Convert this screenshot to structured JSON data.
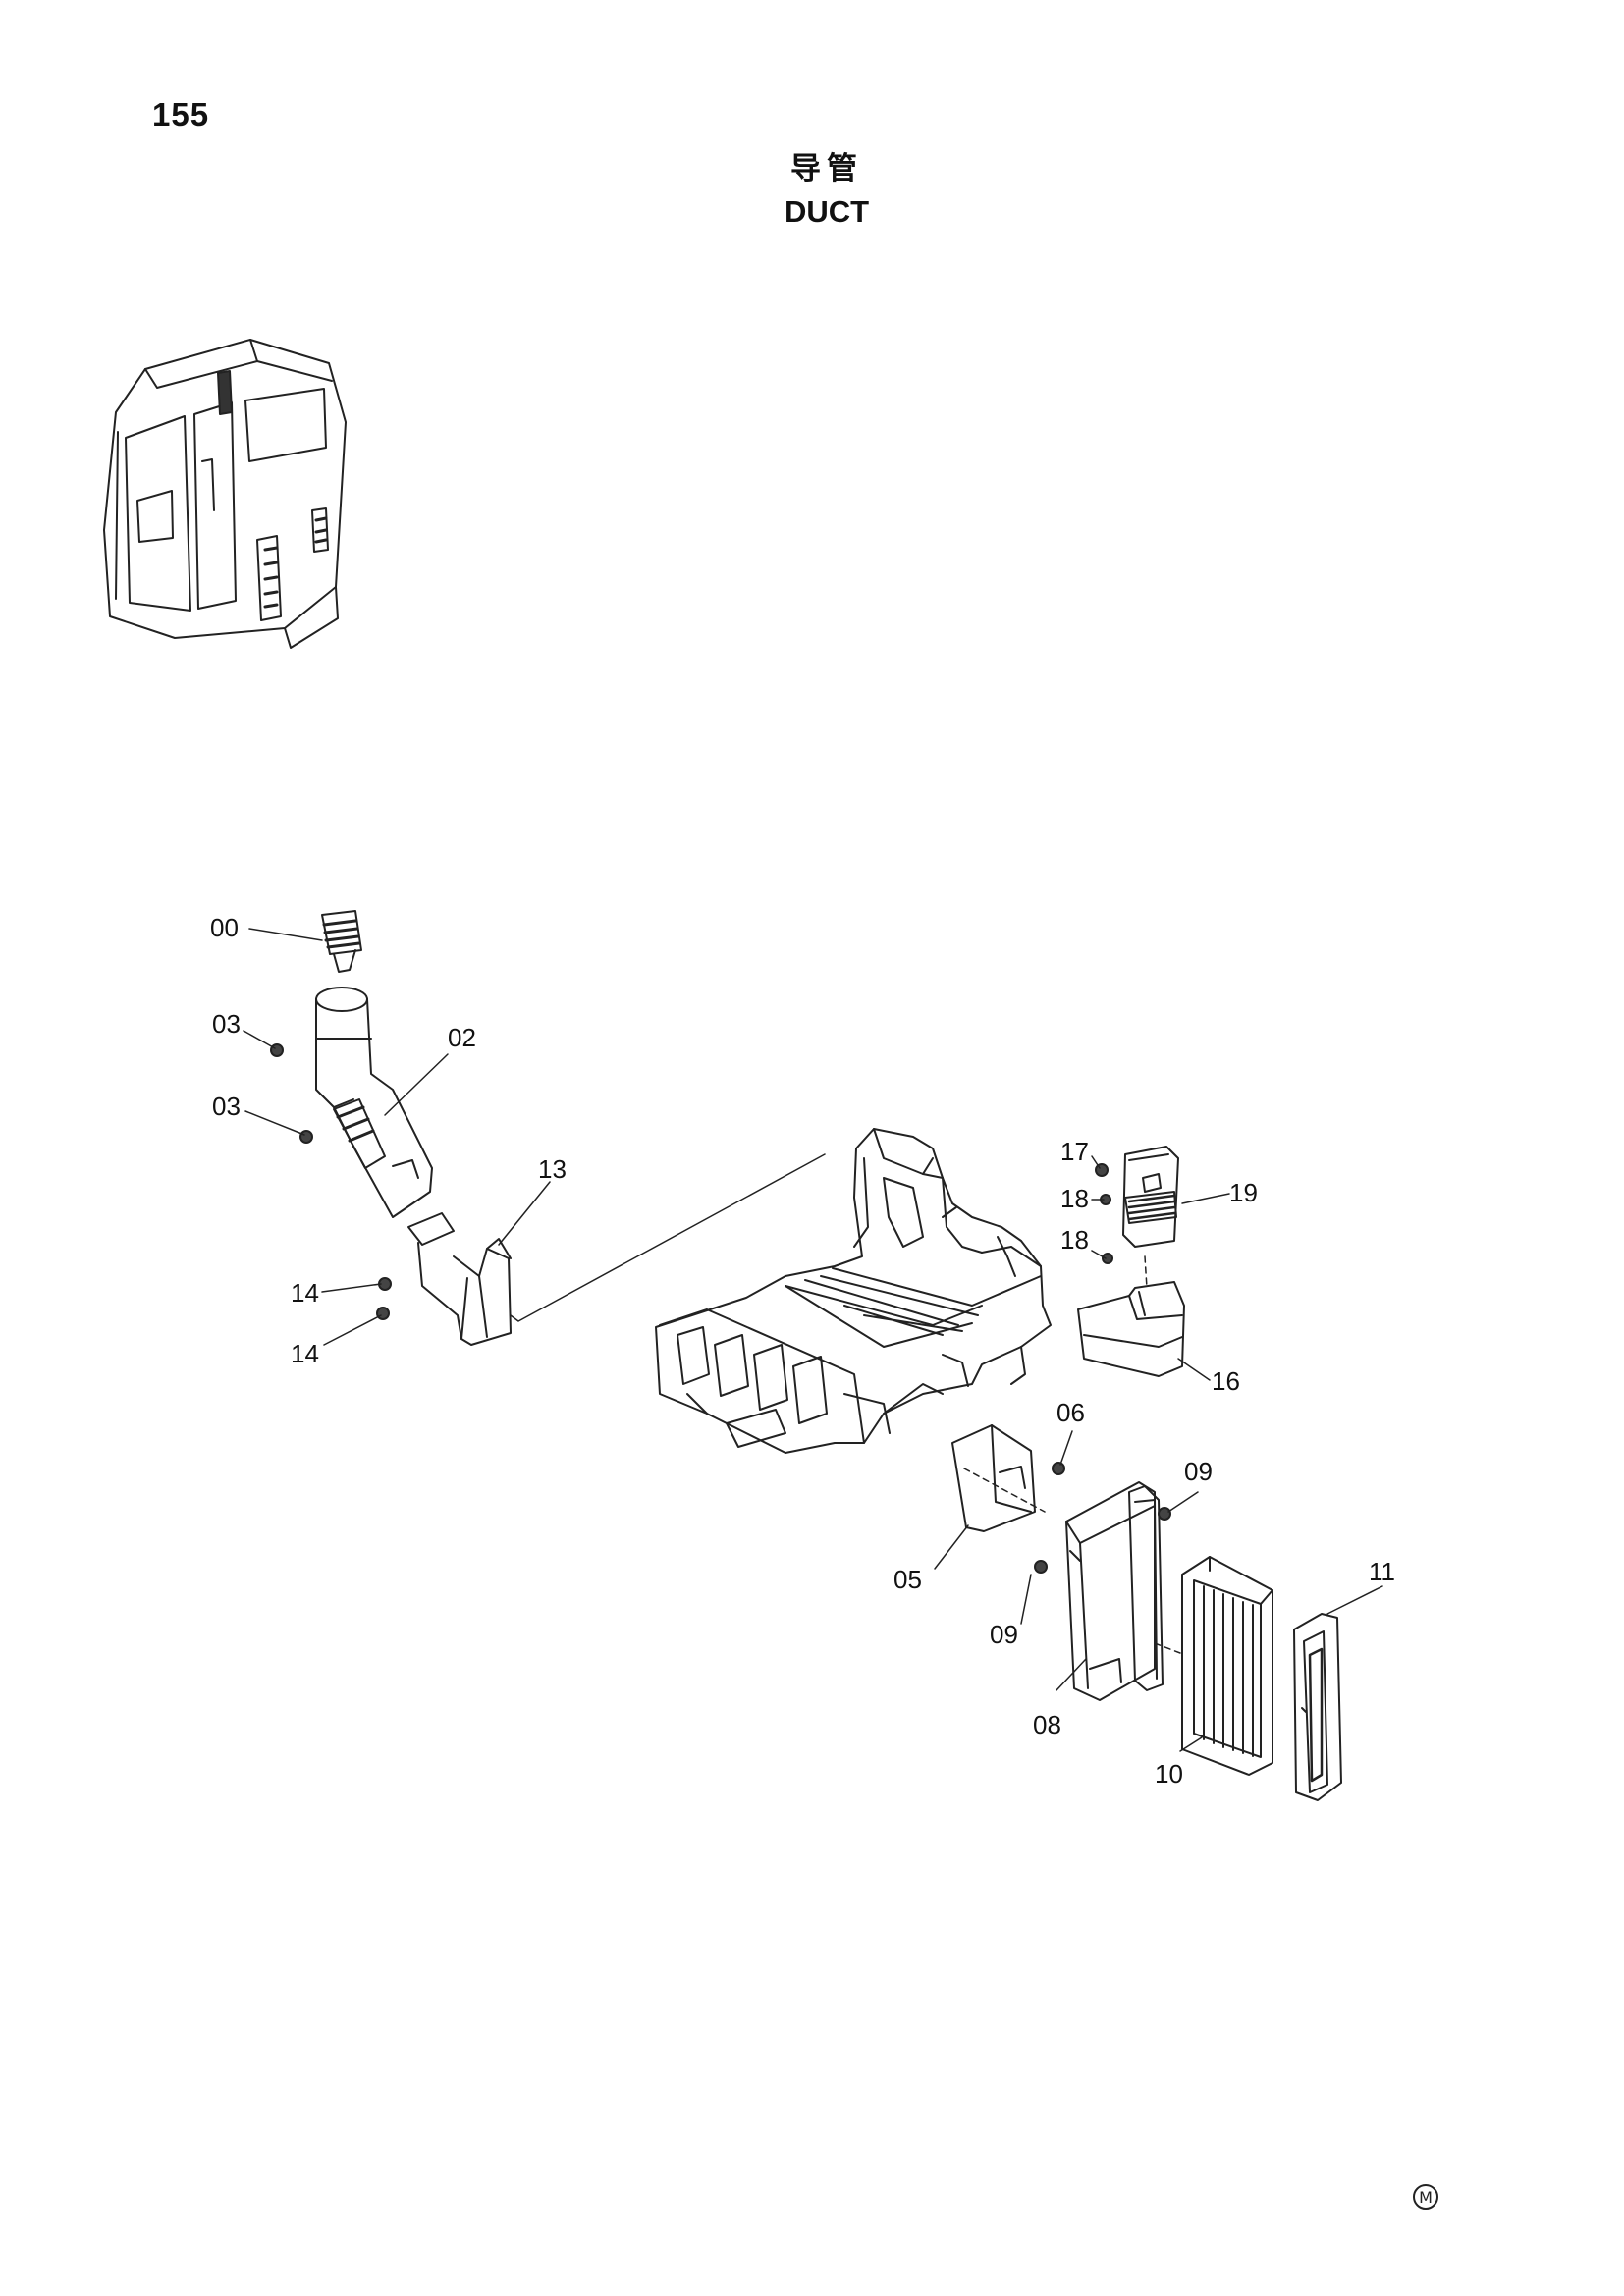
{
  "page": {
    "number": "155"
  },
  "title": {
    "chinese": "导管",
    "english": "DUCT"
  },
  "callouts": {
    "c00": "00",
    "c02": "02",
    "c03": "03",
    "c05": "05",
    "c06": "06",
    "c08": "08",
    "c09": "09",
    "c10": "10",
    "c11": "11",
    "c13": "13",
    "c14": "14",
    "c16": "16",
    "c17": "17",
    "c18": "18",
    "c19": "19"
  },
  "corner_mark": "M"
}
